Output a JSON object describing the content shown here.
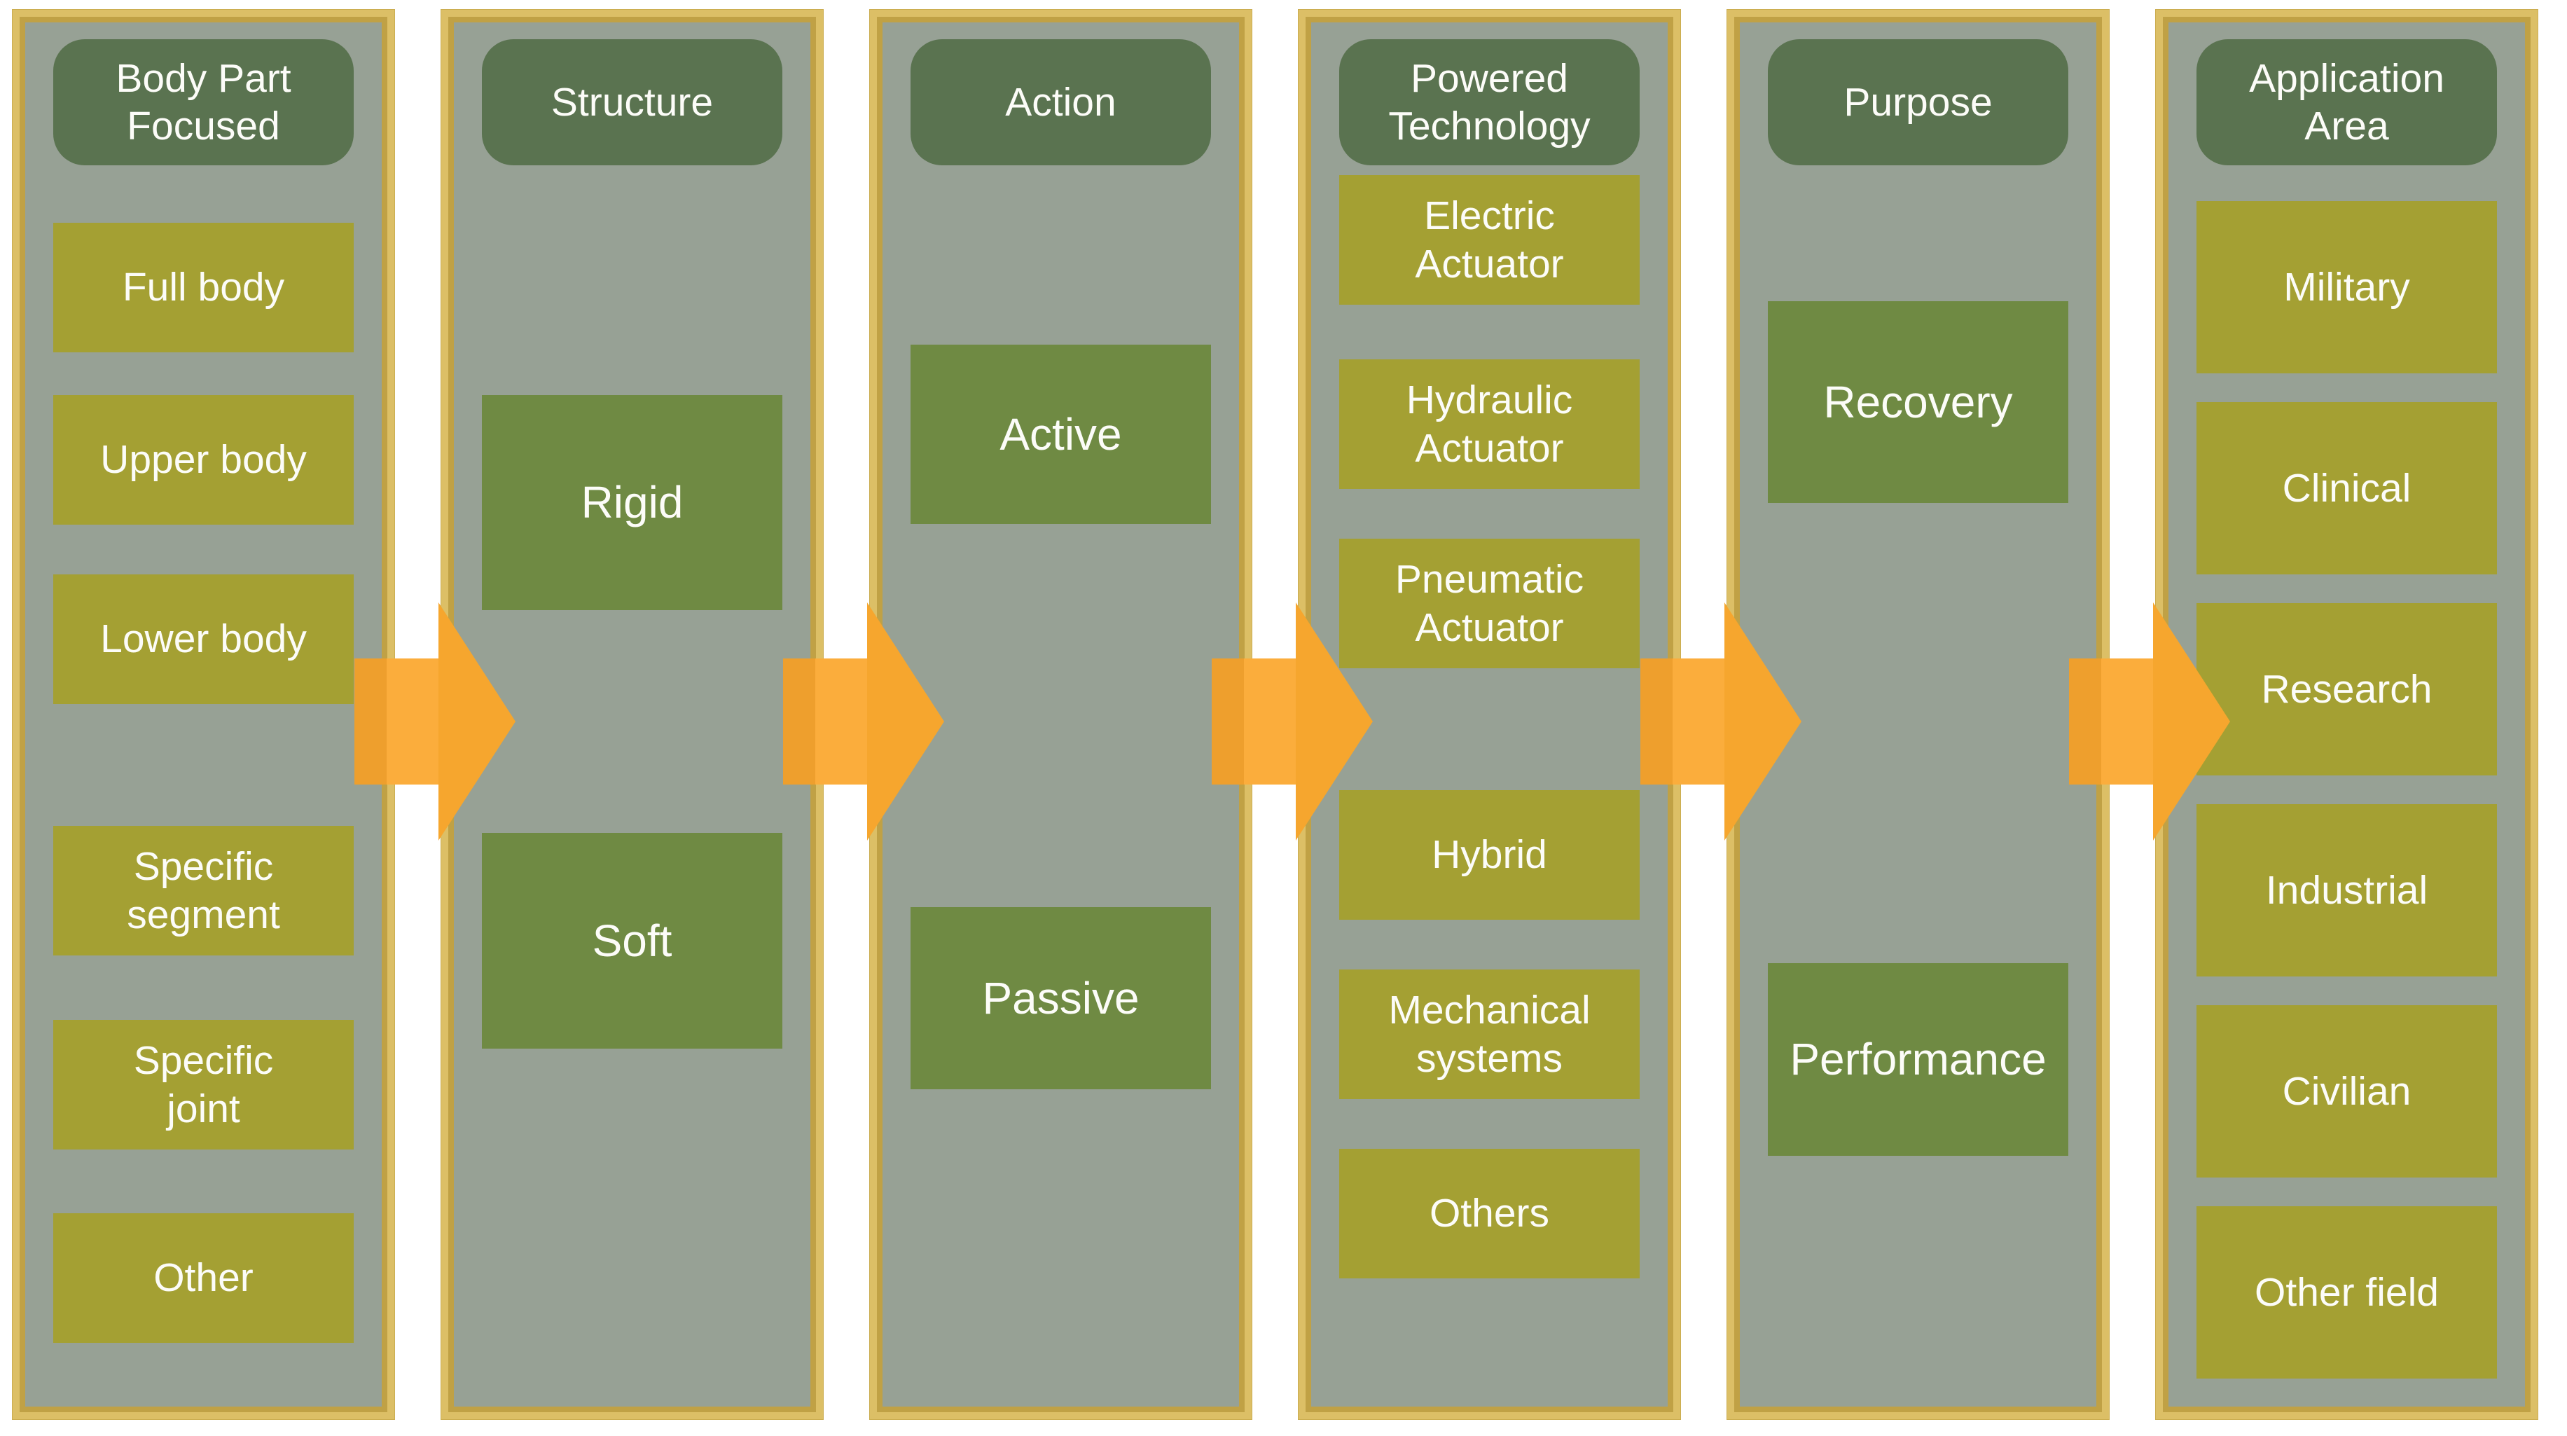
{
  "diagram": {
    "type": "flow",
    "title_semantics": "exoskeleton classification taxonomy flow",
    "columns": [
      {
        "header": "Body Part\nFocused",
        "items": [
          "Full body",
          "Upper body",
          "Lower body",
          "Specific\nsegment",
          "Specific\njoint",
          "Other"
        ]
      },
      {
        "header": "Structure",
        "items": [
          "Rigid",
          "Soft"
        ]
      },
      {
        "header": "Action",
        "items": [
          "Active",
          "Passive"
        ]
      },
      {
        "header": "Powered\nTechnology",
        "items": [
          "Electric\nActuator",
          "Hydraulic\nActuator",
          "Pneumatic\nActuator",
          "Hybrid",
          "Mechanical\nsystems",
          "Others"
        ]
      },
      {
        "header": "Purpose",
        "items": [
          "Recovery",
          "Performance"
        ]
      },
      {
        "header": "Application\nArea",
        "items": [
          "Military",
          "Clinical",
          "Research",
          "Industrial",
          "Civilian",
          "Other field"
        ]
      }
    ],
    "colors": {
      "frame_gold_light": "#DCBF66",
      "frame_gold_dark": "#C0A145",
      "panel_background": "#97A195",
      "header_green": "#5A7350",
      "item_olive": "#A4A033",
      "item_green": "#6F8A43",
      "arrow_orange": "#F6A62E",
      "arrow_orange_light": "#FBAD3C",
      "arrow_orange_dark": "#EE9F2D",
      "text": "#FCFCF8",
      "page_background": "#FFFFFF"
    }
  }
}
